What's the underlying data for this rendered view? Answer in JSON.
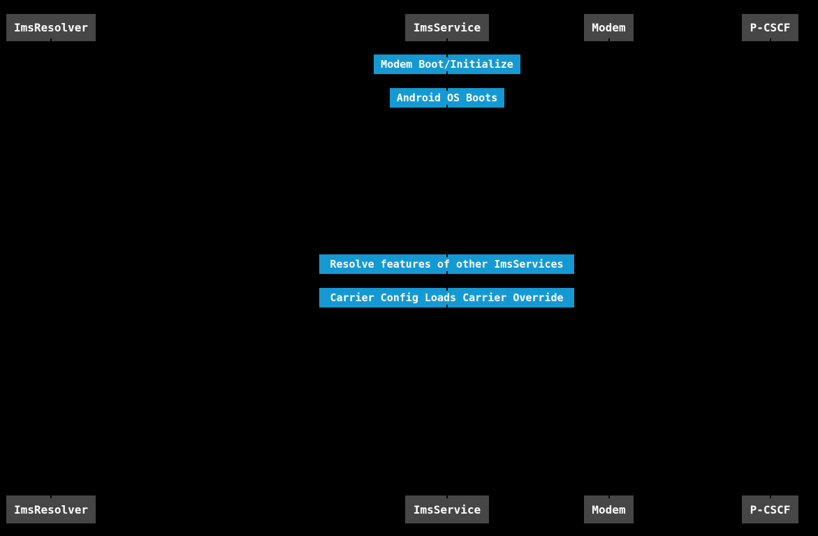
{
  "diagram": {
    "type": "sequence-diagram",
    "background_color": "#000000",
    "colors": {
      "participant_fill": "#464646",
      "participant_text": "#ffffff",
      "note_fill": "#1499d3",
      "note_text": "#ffffff",
      "lifeline_tick": "#000000"
    },
    "participants": [
      {
        "label": "ImsResolver"
      },
      {
        "label": "ImsService"
      },
      {
        "label": "Modem"
      },
      {
        "label": "P-CSCF"
      }
    ],
    "notes": [
      {
        "text": "Modem Boot/Initialize"
      },
      {
        "text": "Android OS Boots"
      },
      {
        "text": "Resolve features of other ImsServices"
      },
      {
        "text": "Carrier Config Loads Carrier Override"
      }
    ]
  }
}
